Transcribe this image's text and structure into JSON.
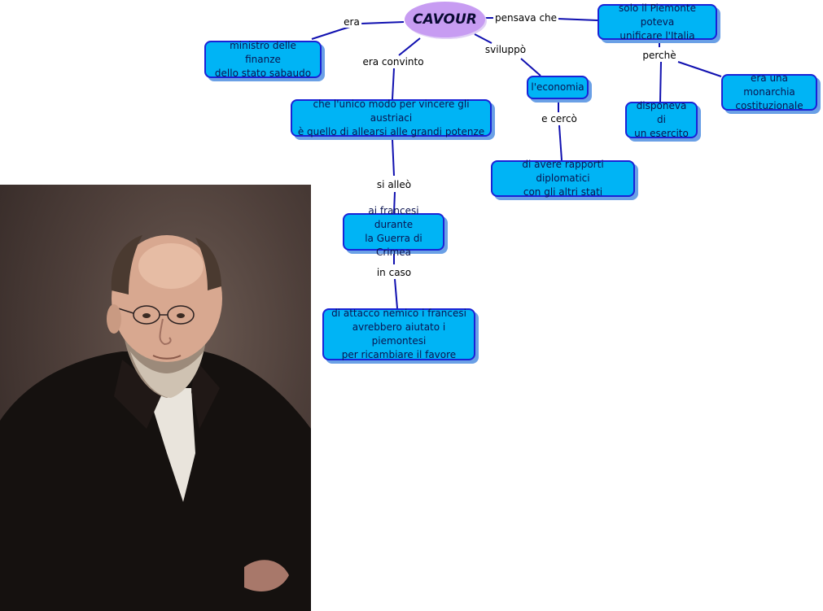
{
  "root": {
    "label": "CAVOUR"
  },
  "nodes": [
    {
      "id": "ministro",
      "text": "ministro delle finanze\ndello stato sabaudo"
    },
    {
      "id": "piemonte",
      "text": "solo il Piemonte poteva\nunificare l'Italia"
    },
    {
      "id": "unico-modo",
      "text": "che l'unico modo per vincere gli austriaci\nè quello di allearsi alle grandi potenze"
    },
    {
      "id": "economia",
      "text": "l'economia"
    },
    {
      "id": "monarchia",
      "text": "era una monarchia\ncostituzionale"
    },
    {
      "id": "esercito",
      "text": "disponeva di\nun esercito"
    },
    {
      "id": "rapporti",
      "text": "di avere rapporti diplomatici\ncon gli altri stati"
    },
    {
      "id": "francesi",
      "text": "ai francesi durante\nla Guerra di Crimea"
    },
    {
      "id": "attacco",
      "text": "di attacco nemico i francesi\navrebbero aiutato i piemontesi\nper ricambiare il favore"
    }
  ],
  "links": [
    {
      "id": "era",
      "label": "era"
    },
    {
      "id": "pensava-che",
      "label": "pensava che"
    },
    {
      "id": "era-convinto",
      "label": "era convinto"
    },
    {
      "id": "sviluppo",
      "label": "sviluppò"
    },
    {
      "id": "perche",
      "label": "perchè"
    },
    {
      "id": "e-cerco",
      "label": "e cercò"
    },
    {
      "id": "si-alleo",
      "label": "si alleò"
    },
    {
      "id": "in-caso",
      "label": "in caso"
    }
  ],
  "colors": {
    "node_fill": "#00b4f5",
    "node_border": "#1a22d6",
    "root_fill": "#c79cf2",
    "link_stroke": "#1010b0"
  },
  "image": {
    "subject": "portrait-painting"
  }
}
